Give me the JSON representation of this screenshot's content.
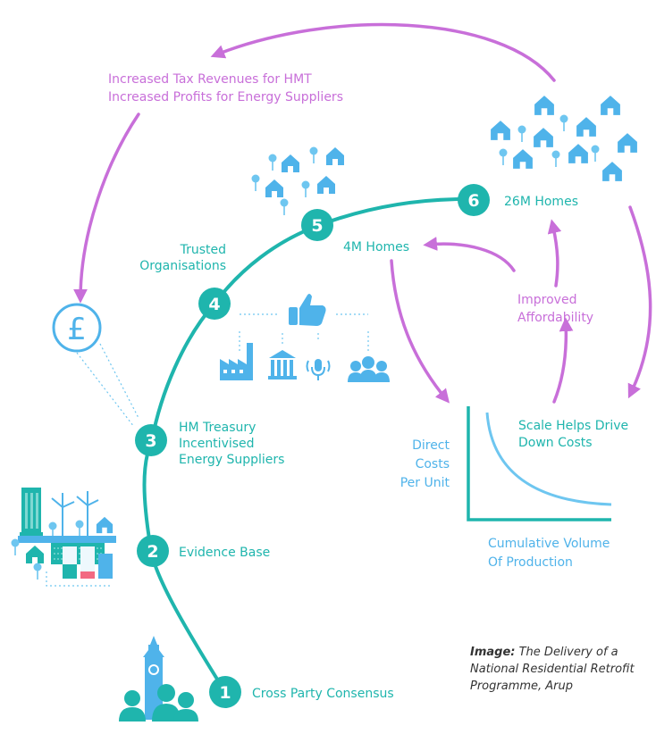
{
  "colors": {
    "teal": "#1fb5ad",
    "pink": "#c86fd9",
    "blue": "#4fb3ea"
  },
  "steps": [
    {
      "number": "1",
      "label_lines": [
        "Cross Party Consensus"
      ]
    },
    {
      "number": "2",
      "label_lines": [
        "Evidence Base"
      ]
    },
    {
      "number": "3",
      "label_lines": [
        "HM Treasury",
        "Incentivised",
        "Energy Suppliers"
      ]
    },
    {
      "number": "4",
      "label_lines": [
        "Trusted",
        "Organisations"
      ]
    },
    {
      "number": "5",
      "label_lines": [
        "4M Homes"
      ]
    },
    {
      "number": "6",
      "label_lines": [
        "26M Homes"
      ]
    }
  ],
  "feedback": {
    "top_lines": [
      "Increased Tax Revenues for HMT",
      "Increased Profits for Energy Suppliers"
    ],
    "affordability_lines": [
      "Improved",
      "Affordability"
    ],
    "scale_lines": [
      "Scale Helps Drive",
      "Down Costs"
    ]
  },
  "cost_curve": {
    "ylabel_lines": [
      "Direct",
      "Costs",
      "Per Unit"
    ],
    "xlabel_lines": [
      "Cumulative Volume",
      "Of Production"
    ]
  },
  "icons": {
    "pound": "£",
    "names": [
      "pound-coin-icon",
      "thumbs-up-icon",
      "factory-icon",
      "bank-icon",
      "microphone-icon",
      "people-icon",
      "big-ben-icon",
      "wind-turbine-icon",
      "house-icon",
      "tree-icon",
      "keyboard-icon",
      "bar-chart-icon",
      "skyscraper-icon"
    ]
  },
  "caption": {
    "bold": "Image:",
    "rest": " The Delivery of a",
    "line2": "National Residential Retrofit",
    "line3": "Programme, Arup"
  }
}
